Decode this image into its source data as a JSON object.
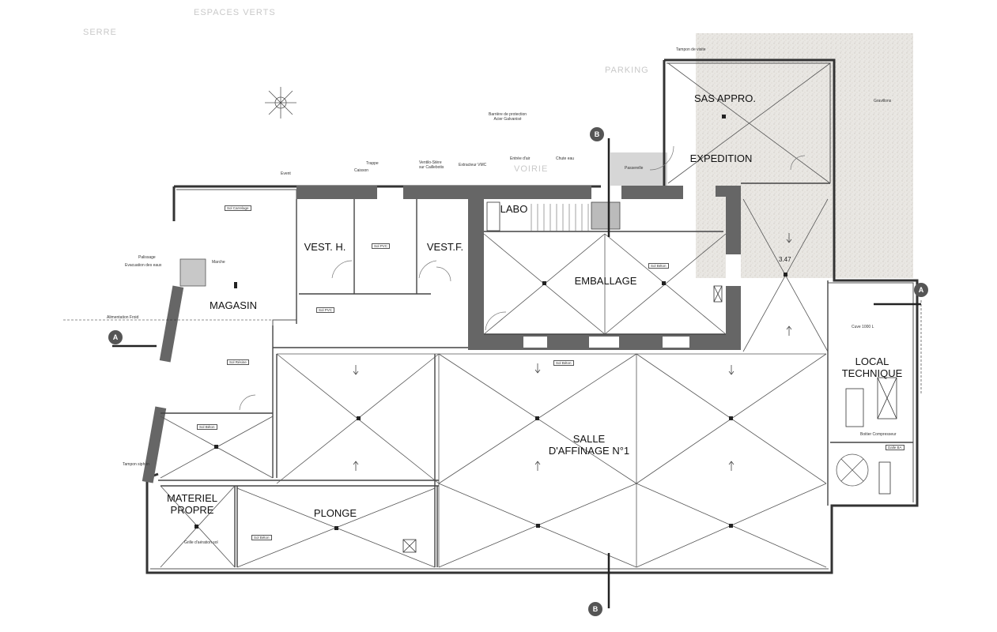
{
  "rooms": {
    "sas_appro": "SAS APPRO.",
    "expedition": "EXPEDITION",
    "labo": "LABO",
    "vest_h": "VEST. H.",
    "vest_f": "VEST.F.",
    "emballage": "EMBALLAGE",
    "magasin": "MAGASIN",
    "local_technique": "LOCAL\nTECHNIQUE",
    "salle_affinage": "SALLE\nD'AFFINAGE N°1",
    "materiel_propre": "MATERIEL\nPROPRE",
    "plonge": "PLONGE"
  },
  "sections": {
    "a_top": "A",
    "a_left": "A",
    "b_top": "B",
    "b_bottom": "B"
  },
  "dimension": "3.47",
  "faded": {
    "espaces_verts": "ESPACES VERTS",
    "serre": "SERRE",
    "parking": "PARKING",
    "voirie": "VOIRIE"
  },
  "annotations": {
    "gravillons": "Gravillons",
    "barriere": "Barrière de protection\nAcier Galvanisé",
    "trappe": "Trappe",
    "caisson": "Caisson",
    "event": "Event",
    "ventilo": "Ventilo-Stère\nsur Caillebotis",
    "extracteur": "Extracteur VMC",
    "entree_air": "Entrée d'air",
    "chute_eau": "Chute eau",
    "tampon_visite": "Tampon de visite",
    "passerelle": "Passerelle",
    "palissage": "Palissage",
    "evacuation": "Evacuation des eaux",
    "alimentation": "Alimentation Froid",
    "marche": "Marche",
    "cuve": "Cuve 1000 L",
    "tampon_syphon": "Tampon siphon",
    "bottier": "Boitier Compresseur",
    "grille": "Grille d'aération sol"
  },
  "floor_boxes": {
    "sol_carrelage": "Sol Carrelage",
    "sol_pvc": "Sol PVC",
    "sol_beton": "Sol Béton",
    "sol_resine": "Sol Résine",
    "dalle": "Dalle BA"
  }
}
